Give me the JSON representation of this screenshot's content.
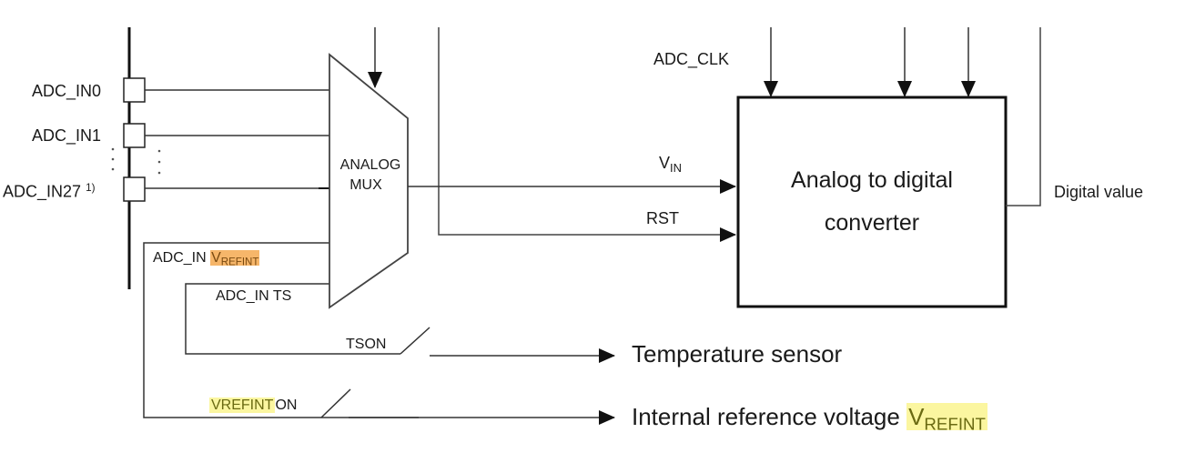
{
  "diagram": {
    "inputs": [
      {
        "label": "ADC_IN0",
        "footnote": ""
      },
      {
        "label": "ADC_IN1",
        "footnote": ""
      },
      {
        "label": "ADC_IN27",
        "footnote": "1)"
      }
    ],
    "internal_inputs": {
      "vrefint_prefix": "ADC_IN ",
      "vrefint_main": "V",
      "vrefint_sub": "REFINT",
      "ts": "ADC_IN TS"
    },
    "mux": {
      "line1": "ANALOG",
      "line2": "MUX"
    },
    "adc": {
      "line1": "Analog to digital",
      "line2": "converter",
      "clock_label": "ADC_CLK",
      "vin_main": "V",
      "vin_sub": "IN",
      "rst_label": "RST",
      "output_label": "Digital value"
    },
    "switches": {
      "tson": "TSON",
      "vrefinton_highlight": "VREFINT",
      "vrefinton_rest": "ON"
    },
    "sources": {
      "temperature": "Temperature sensor",
      "vref_text": "Internal reference voltage ",
      "vref_main": "V",
      "vref_sub": "REFINT"
    },
    "colors": {
      "line": "#1a1a1a",
      "highlight_orange": "#f6b66a",
      "highlight_yellow": "#fbf6a0"
    }
  }
}
